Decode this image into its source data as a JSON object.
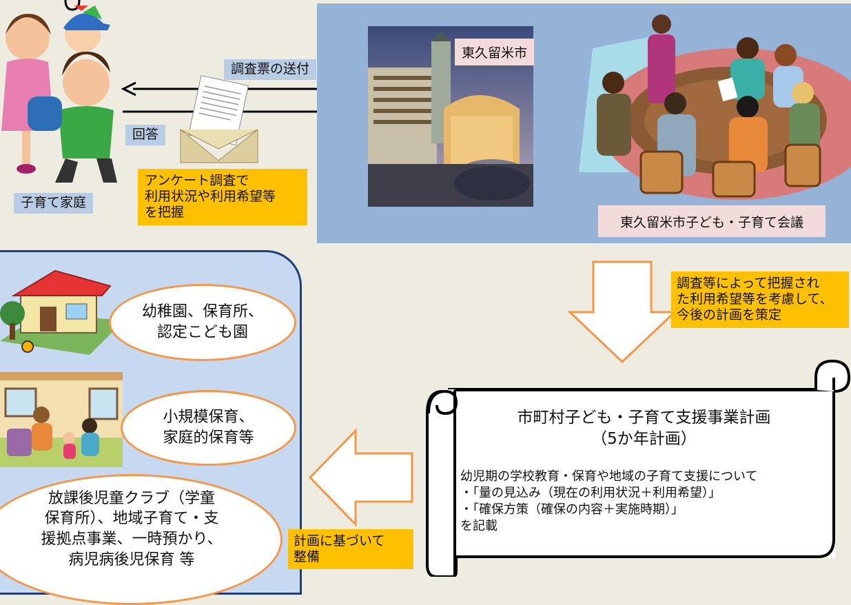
{
  "labels": {
    "send_survey": "調査票の送付",
    "answer": "回答",
    "family": "子育て家庭",
    "city": "東久留米市",
    "council": "東久留米市子ども・子育て会議"
  },
  "notes": {
    "survey": "アンケート調査で\n利用状況や利用希望等\nを把握",
    "plan_basis": "調査等によって把握され\nた利用希望等を考慮して、\n今後の計画を策定",
    "develop": "計画に基づいて\n整備"
  },
  "facilities": [
    "幼稚園、保育所、\n認定こども園",
    "小規模保育、\n家庭的保育等",
    "放課後児童クラブ（学童\n保育所）、地域子育て・支\n援拠点事業、一時預かり、\n病児病後児保育 等"
  ],
  "scroll": {
    "title": "市町村子ども・子育て支援事業計画",
    "subtitle": "（5か年計画）",
    "body": "幼児期の学校教育・保育や地域の子育て支援について\n・「量の見込み（現在の利用状況＋利用希望）」\n・「確保方策（確保の内容＋実施時期）」\nを記載"
  },
  "colors": {
    "background": "#eeece1",
    "label_blue": "#b8cce4",
    "panel_blue": "#95b3d7",
    "note_orange": "#ffc000",
    "arrow_orange": "#f79646",
    "panel_light": "#c6d9f0",
    "panel_border": "#1f3f7a"
  }
}
